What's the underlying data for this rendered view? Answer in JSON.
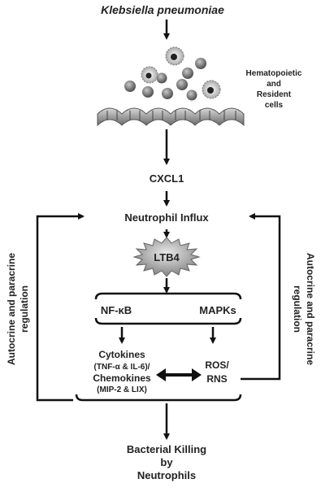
{
  "nodes": {
    "pathogen": "Klebsiella pneumoniae",
    "cells_line1": "Hematopoietic",
    "cells_line2": "and",
    "cells_line3": "Resident",
    "cells_line4": "cells",
    "chemokine": "CXCL1",
    "influx": "Neutrophil Influx",
    "ltb4": "LTB4",
    "nfkb": "NF-κB",
    "mapks": "MAPKs",
    "cytokines": "Cytokines",
    "cytokines_sub": "(TNF-α & IL-6)/",
    "chemokines": "Chemokines",
    "chemokines_sub": "(MIP-2 & LIX)",
    "ros": "ROS/",
    "rns": "RNS",
    "killing_line1": "Bacterial Killing",
    "killing_line2": "by",
    "killing_line3": "Neutrophils"
  },
  "side_labels": {
    "left_line1": "Autocrine and paracrine",
    "left_line2": "regulation",
    "right_line1": "Autocrine and paracrine",
    "right_line2": "regulation"
  }
}
